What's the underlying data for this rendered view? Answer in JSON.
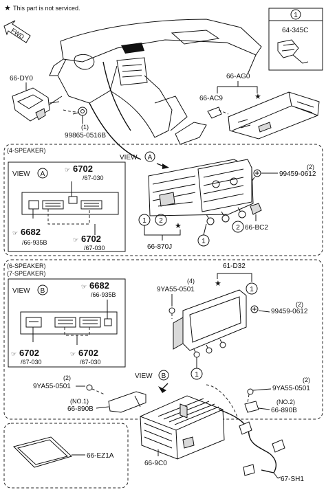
{
  "note": "This part is not serviced.",
  "fwd": "FWD",
  "legend": {
    "number": "1",
    "part": "64-345C"
  },
  "top": {
    "dy0": "66-DY0",
    "screw_qty": "(1)",
    "screw_part": "99865-0516B",
    "ag0": "66-AG0",
    "ac9": "66-AC9"
  },
  "four_speaker": {
    "title": "(4-SPEAKER)",
    "view": "VIEW",
    "view_letter": "A",
    "ref_6702_a": "6702",
    "ref_6702_a_sub": "/67-030",
    "ref_6682": "6682",
    "ref_6682_sub": "/66-935B",
    "ref_6702_b": "6702",
    "ref_6702_b_sub": "/67-030",
    "bolt_qty": "(2)",
    "bolt_part": "99459-0612",
    "circle1": "1",
    "circle2": "2",
    "unit_part": "66-870J",
    "bc2_circle": "2",
    "bc2_part": "66-BC2",
    "circle_bottom": "1"
  },
  "six_speaker": {
    "title_6": "(6-SPEAKER)",
    "title_7": "(7-SPEAKER)",
    "view": "VIEW",
    "view_letter": "B",
    "ref_6682": "6682",
    "ref_6682_sub": "/66-935B",
    "ref_6702_a": "6702",
    "ref_6702_a_sub": "/67-030",
    "ref_6702_b": "6702",
    "ref_6702_b_sub": "/67-030",
    "display_part": "61-D32",
    "screw_top_qty": "(4)",
    "screw_top_part": "9YA55-0501",
    "bolt_qty": "(2)",
    "bolt_part": "99459-0612",
    "circle1": "1",
    "circle_mid": "1",
    "view_b": "VIEW",
    "view_b_letter": "B",
    "left_screw_qty": "(2)",
    "left_screw_part": "9YA55-0501",
    "right_screw_qty": "(2)",
    "right_screw_part": "9YA55-0501",
    "no1": "(NO.1)",
    "bracket1": "66-890B",
    "no2": "(NO.2)",
    "bracket2": "66-890B",
    "amp_part": "66-9C0",
    "harness_part": "67-SH1"
  },
  "card": {
    "part": "66-EZ1A"
  }
}
